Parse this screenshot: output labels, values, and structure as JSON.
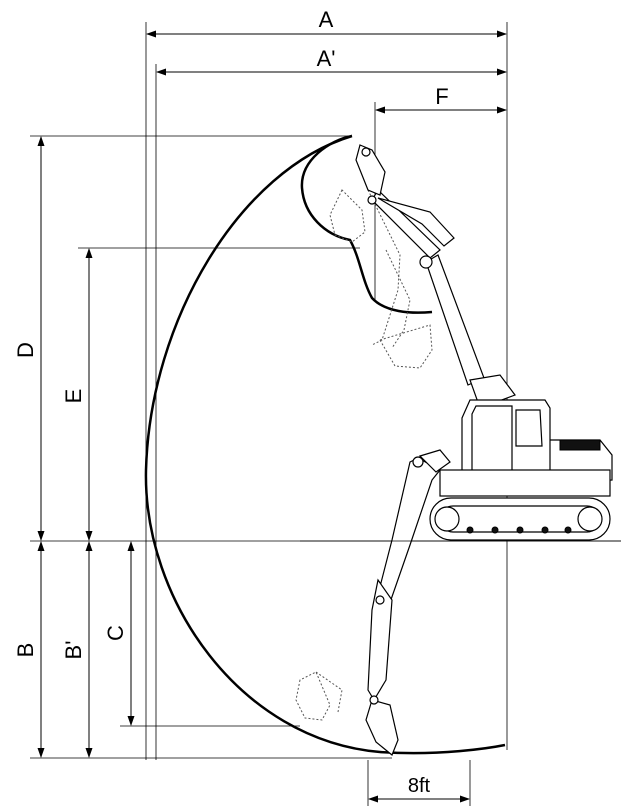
{
  "diagram": {
    "labels": {
      "a": "A",
      "a_prime": "A'",
      "f": "F",
      "d": "D",
      "e": "E",
      "b": "B",
      "b_prime": "B'",
      "c": "C",
      "scale": "8ft"
    },
    "colors": {
      "line": "#000000",
      "background": "#ffffff",
      "dotted": "#555555"
    }
  }
}
